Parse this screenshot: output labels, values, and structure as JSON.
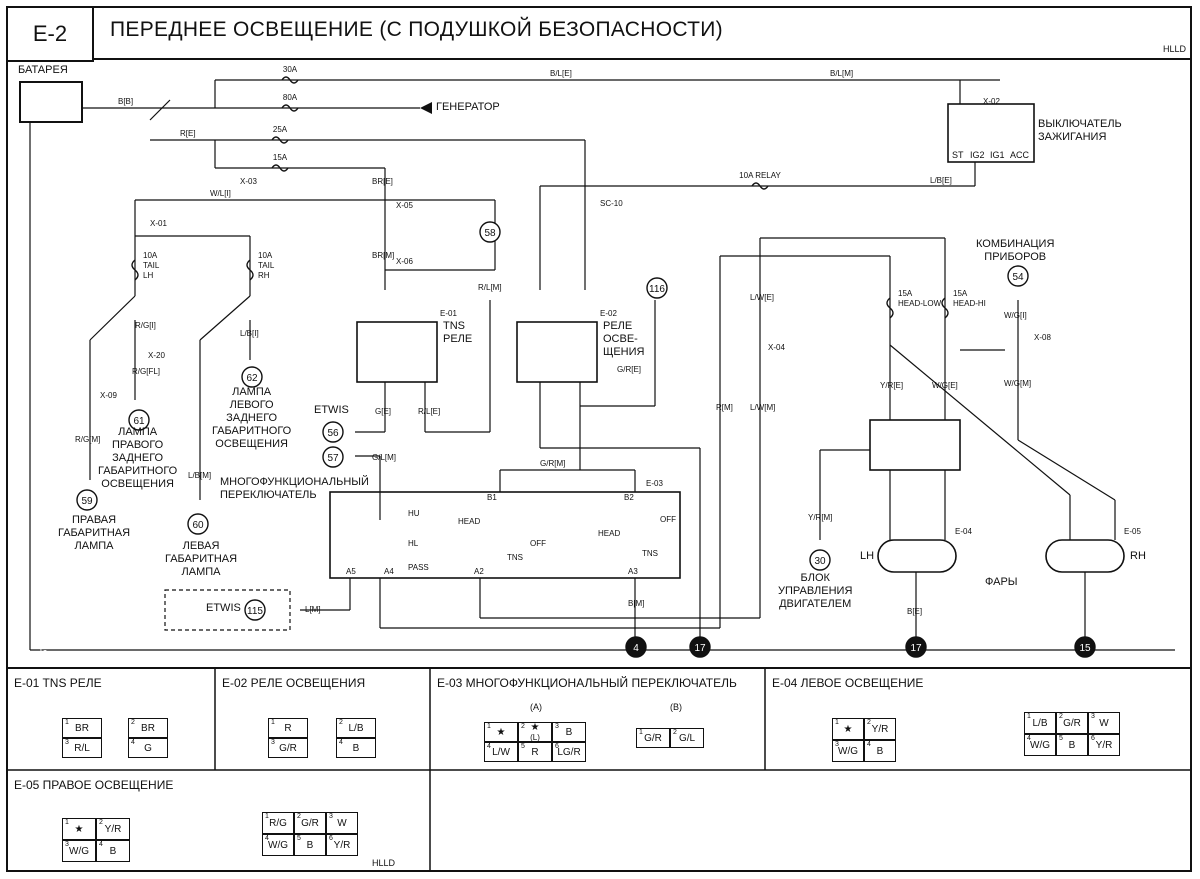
{
  "header": {
    "code": "E-2",
    "title": "ПЕРЕДНЕЕ ОСВЕЩЕНИЕ (С ПОДУШКОЙ БЕЗОПАСНОСТИ)",
    "id_code": "HLLD"
  },
  "labels": {
    "battery": "БАТАРЕЯ",
    "generator": "ГЕНЕРАТОР",
    "ignition_switch": [
      "ВЫКЛЮЧАТЕЛЬ",
      "ЗАЖИГАНИЯ"
    ],
    "ign_pins": [
      "ST",
      "IG2",
      "IG1",
      "ACC"
    ],
    "instrument_cluster": [
      "КОМБИНАЦИЯ",
      "ПРИБОРОВ"
    ],
    "tns_relay": [
      "TNS",
      "РЕЛЕ"
    ],
    "light_relay": [
      "РЕЛЕ",
      "ОСВЕ-",
      "ЩЕНИЯ"
    ],
    "multi_switch": [
      "МНОГОФУНКЦИОНАЛЬНЫЙ",
      "ПЕРЕКЛЮЧАТЕЛЬ"
    ],
    "right_rear": [
      "ЛАМПА",
      "ПРАВОГО",
      "ЗАДНЕГО",
      "ГАБАРИТНОГО",
      "ОСВЕЩЕНИЯ"
    ],
    "left_rear": [
      "ЛАМПА",
      "ЛЕВОГО",
      "ЗАДНЕГО",
      "ГАБАРИТНОГО",
      "ОСВЕЩЕНИЯ"
    ],
    "right_clearance": [
      "ПРАВАЯ",
      "ГАБАРИТНАЯ",
      "ЛАМПА"
    ],
    "left_clearance": [
      "ЛЕВАЯ",
      "ГАБАРИТНАЯ",
      "ЛАМПА"
    ],
    "ecu": [
      "БЛОК",
      "УПРАВЛЕНИЯ",
      "ДВИГАТЕЛЕМ"
    ],
    "headlamps": "ФАРЫ",
    "etwis": "ETWIS",
    "lh": "LH",
    "rh": "RH"
  },
  "switch_labels": [
    "HU",
    "HL",
    "HEAD",
    "OFF",
    "TNS",
    "PASS",
    "HEAD",
    "OFF",
    "TNS"
  ],
  "switch_pins": [
    "B1",
    "B2",
    "A5",
    "A4",
    "A2",
    "A3"
  ],
  "fuses": [
    {
      "amp": "30A",
      "name": ""
    },
    {
      "amp": "80A",
      "name": ""
    },
    {
      "amp": "25A",
      "name": ""
    },
    {
      "amp": "15A",
      "name": ""
    },
    {
      "amp": "10A RELAY",
      "name": ""
    },
    {
      "amp": "10A",
      "name": "TAIL LH"
    },
    {
      "amp": "10A",
      "name": "TAIL RH"
    },
    {
      "amp": "15A",
      "name": "HEAD-LOW"
    },
    {
      "amp": "15A",
      "name": "HEAD-HI"
    }
  ],
  "wire_colors": [
    "B[B]",
    "R[E]",
    "B/L[E]",
    "B/L[M]",
    "W/L[I]",
    "BR[E]",
    "BR[M]",
    "R/L[M]",
    "L/B[E]",
    "R/G[I]",
    "R/G[FL]",
    "R/G[M]",
    "L/B[I]",
    "L/B[M]",
    "G[E]",
    "R/L[E]",
    "G/R[E]",
    "G/R[M]",
    "G/L[M]",
    "L[M]",
    "B[M]",
    "R[M]",
    "L/W[E]",
    "L/W[M]",
    "Y/R[E]",
    "W/G[E]",
    "Y/R[M]",
    "W/G[I]",
    "W/G[M]",
    "B[E]"
  ],
  "connector_ids": [
    "X-01",
    "X-02",
    "X-03",
    "X-04",
    "X-05",
    "X-06",
    "X-08",
    "X-09",
    "X-20",
    "SC-10",
    "E-01",
    "E-02",
    "E-03",
    "E-04",
    "E-05"
  ],
  "component_refs": [
    "58",
    "116",
    "56",
    "57",
    "115",
    "61",
    "62",
    "59",
    "60",
    "30",
    "54",
    "4",
    "17",
    "17",
    "15"
  ],
  "ground_label": "G",
  "connectors": {
    "e01": {
      "title": "E-01 TNS РЕЛЕ",
      "cells": [
        "BR",
        "BR",
        "R/L",
        "G"
      ]
    },
    "e02": {
      "title": "E-02 РЕЛЕ ОСВЕЩЕНИЯ",
      "cells": [
        "R",
        "L/B",
        "G/R",
        "B"
      ]
    },
    "e03": {
      "title": "E-03 МНОГОФУНКЦИОНАЛЬНЫЙ ПЕРЕКЛЮЧАТЕЛЬ",
      "a_label": "(A)",
      "b_label": "(B)",
      "a_cells": [
        "★",
        "★",
        "B",
        "L/W",
        "R",
        "LG/R"
      ],
      "a_note": "(L)",
      "b_cells": [
        "G/R",
        "G/L"
      ]
    },
    "e04": {
      "title": "E-04 ЛЕВОЕ ОСВЕЩЕНИЕ",
      "small": [
        "★",
        "Y/R",
        "W/G",
        "B"
      ],
      "large": [
        "L/B",
        "G/R",
        "W",
        "W/G",
        "B",
        "Y/R"
      ]
    },
    "e05": {
      "title": "E-05 ПРАВОЕ ОСВЕЩЕНИЕ",
      "small": [
        "★",
        "Y/R",
        "W/G",
        "B"
      ],
      "large": [
        "R/G",
        "G/R",
        "W",
        "W/G",
        "B",
        "Y/R"
      ],
      "footer": "HLLD"
    }
  }
}
